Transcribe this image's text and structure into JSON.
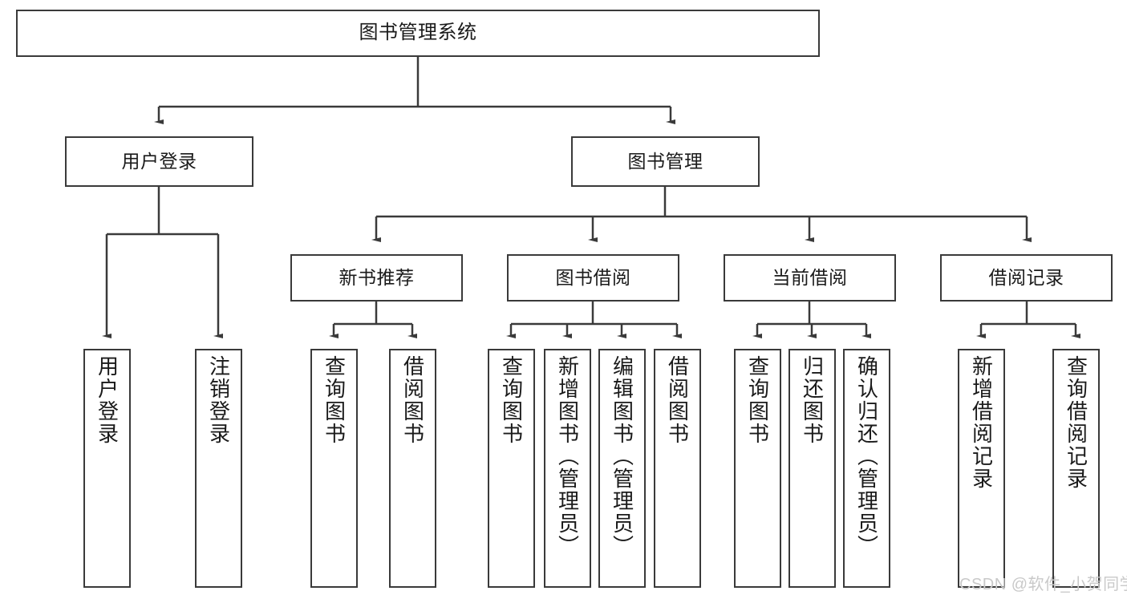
{
  "diagram": {
    "title": "图书管理系统",
    "type": "tree-hierarchy",
    "root": {
      "label": "图书管理系统"
    },
    "level2": [
      {
        "label": "用户登录"
      },
      {
        "label": "图书管理"
      }
    ],
    "level3": [
      {
        "label": "新书推荐"
      },
      {
        "label": "图书借阅"
      },
      {
        "label": "当前借阅"
      },
      {
        "label": "借阅记录"
      }
    ],
    "leaves": {
      "user_login": [
        {
          "label": "用户登录"
        },
        {
          "label": "注销登录"
        }
      ],
      "new_book_recommend": [
        {
          "label": "查询图书"
        },
        {
          "label": "借阅图书"
        }
      ],
      "book_borrow": [
        {
          "label": "查询图书"
        },
        {
          "label": "新增图书（管理员）"
        },
        {
          "label": "编辑图书（管理员）"
        },
        {
          "label": "借阅图书"
        }
      ],
      "current_borrow": [
        {
          "label": "查询图书"
        },
        {
          "label": "归还图书"
        },
        {
          "label": "确认归还（管理员）"
        }
      ],
      "borrow_record": [
        {
          "label": "新增借阅记录"
        },
        {
          "label": "查询借阅记录"
        }
      ]
    }
  },
  "watermark": {
    "text": "CSDN @软件_小贺同学"
  },
  "colors": {
    "stroke": "#3a3a3a",
    "fill": "#ffffff",
    "text": "#1a1a1a",
    "watermark": "#c9c9c9"
  }
}
